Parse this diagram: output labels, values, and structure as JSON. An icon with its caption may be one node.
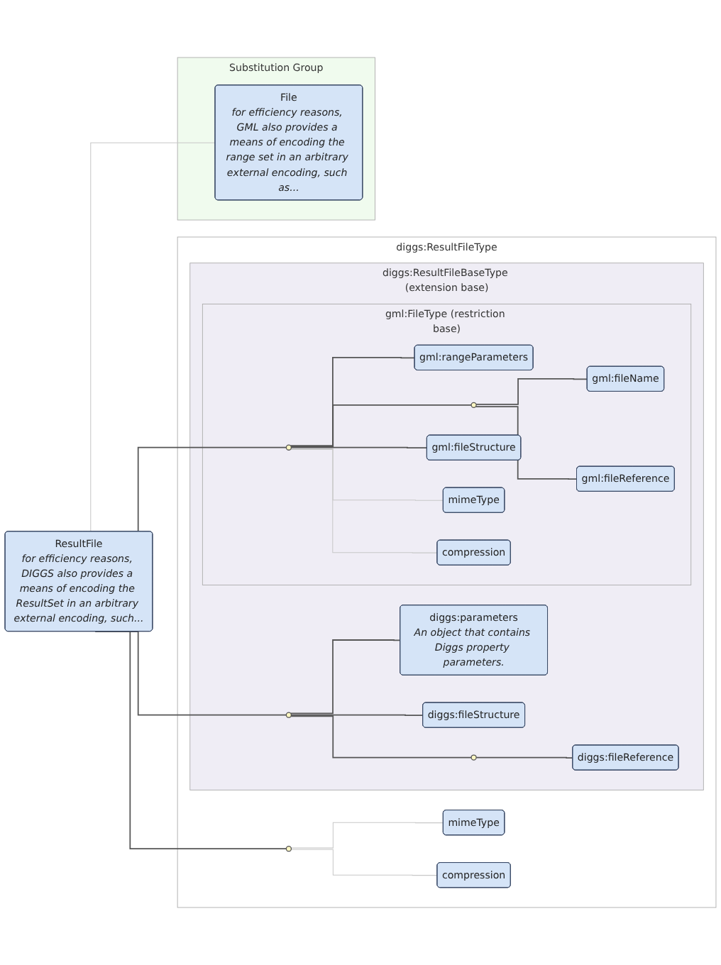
{
  "diagram": {
    "nodes": [
      {
        "text": [
          "ResultFile",
          "for efficiency reasons, DIGGS also provides a means of encoding the ResultSet in an arbitrary external encoding, such..."
        ]
      },
      {
        "text": [
          "diggs:ResultFileType"
        ]
      },
      {
        "text": [
          "diggs:ResultFileBaseType (extension base)"
        ],
        "in": 1
      },
      {
        "text": [
          "gml:FileType (restriction base)"
        ],
        "in": 2
      },
      {
        "text": [],
        "shape": "circle",
        "in": 3
      },
      {
        "text": [
          "gml:rangeParameters"
        ],
        "in": 3
      },
      {
        "text": [],
        "shape": "circle",
        "in": 3
      },
      {
        "text": [
          "gml:fileName"
        ],
        "in": 3
      },
      {
        "text": [
          "gml:fileReference"
        ],
        "in": 3
      },
      {
        "text": [
          "gml:fileStructure"
        ],
        "in": 3
      },
      {
        "text": [
          "mimeType"
        ],
        "in": 3
      },
      {
        "text": [
          "compression"
        ],
        "in": 3
      },
      {
        "text": [],
        "shape": "circle",
        "in": 2
      },
      {
        "text": [
          "diggs:parameters",
          "An object that contains Diggs property parameters."
        ],
        "in": 2
      },
      {
        "text": [],
        "shape": "circle",
        "in": 2
      },
      {
        "text": [
          "diggs:fileReference"
        ],
        "in": 2
      },
      {
        "text": [
          "diggs:fileStructure"
        ],
        "in": 2
      },
      {
        "text": [],
        "shape": "circle",
        "in": 1
      },
      {
        "text": [
          "mimeType"
        ],
        "in": 1
      },
      {
        "text": [
          "compression"
        ],
        "in": 1
      },
      {
        "text": [
          "Substitution Group"
        ]
      },
      {
        "text": [
          "File",
          "for efficiency reasons, GML also provides a means of encoding the range set in an arbitrary external encoding, such as..."
        ],
        "in": 20
      }
    ],
    "edges": [
      {
        "from": 0,
        "to": 4,
        "arrow": "none"
      },
      {
        "from": 4,
        "to": 5,
        "arrow": "none"
      },
      {
        "from": 4,
        "to": 6,
        "arrow": "none"
      },
      {
        "from": 6,
        "to": 7,
        "arrow": "none"
      },
      {
        "from": 6,
        "to": 8,
        "arrow": "none"
      },
      {
        "from": 4,
        "to": 9,
        "arrow": "none"
      },
      {
        "from": 4,
        "to": 10,
        "arrow": "none",
        "color": "#c8c8c8"
      },
      {
        "from": 4,
        "to": 11,
        "arrow": "none",
        "color": "#c8c8c8"
      },
      {
        "from": 0,
        "to": 12,
        "arrow": "none"
      },
      {
        "from": 12,
        "to": 13,
        "arrow": "none"
      },
      {
        "from": 12,
        "to": 14,
        "arrow": "none"
      },
      {
        "from": 14,
        "to": 15,
        "arrow": "none"
      },
      {
        "from": 12,
        "to": 16,
        "arrow": "none"
      },
      {
        "from": 0,
        "to": 17,
        "arrow": "none"
      },
      {
        "from": 17,
        "to": 18,
        "arrow": "none",
        "color": "#c8c8c8"
      },
      {
        "from": 17,
        "to": 19,
        "arrow": "none",
        "color": "#c8c8c8"
      },
      {
        "from": 0,
        "to": 21,
        "arrow": "none",
        "color": "#c8c8c8"
      }
    ]
  }
}
